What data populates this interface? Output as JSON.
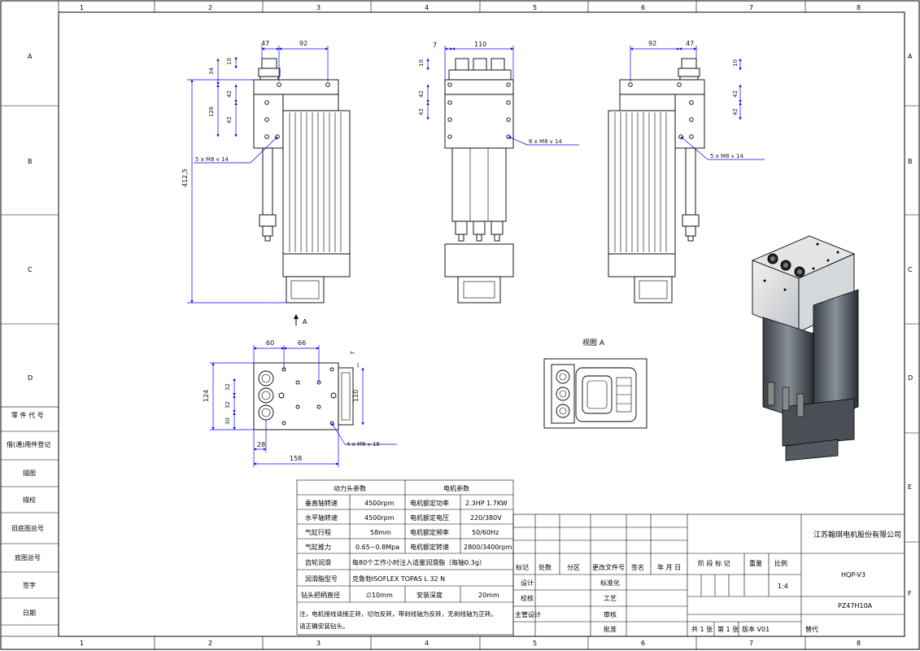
{
  "border": {
    "columns": [
      "1",
      "2",
      "3",
      "4",
      "5",
      "6",
      "7",
      "8"
    ],
    "rows": [
      "A",
      "B",
      "C",
      "D",
      "E",
      "F"
    ]
  },
  "left_strip": [
    "零 件 代 号",
    "借(通)用件登记",
    "描图",
    "描校",
    "旧底图总号",
    "底图总号",
    "签字",
    "日期"
  ],
  "dims": {
    "front": {
      "w47": "47",
      "w92": "92",
      "h10": "10",
      "h34": "34",
      "h42a": "42",
      "h126": "126",
      "h42b": "42",
      "h412": "412,5",
      "hole_note": "5 x  M8  ⩛  14"
    },
    "side": {
      "w7": "7",
      "w110": "110",
      "h10": "10",
      "h42a": "42",
      "h42b": "42",
      "hole_note": "6 x  M8  ⩛  14"
    },
    "right": {
      "w92": "92",
      "w47": "47",
      "h10": "10",
      "h42a": "42",
      "h42b": "42",
      "hole_note": "5 x  M8  ⩛  14"
    },
    "top": {
      "w60": "60",
      "w66": "66",
      "h7": "7",
      "h124": "124",
      "h32a": "32",
      "h32b": "32",
      "h30": "30",
      "h110": "110",
      "w28": "28",
      "w158": "158",
      "hole_note": "4 x  M6  ⩛  16"
    },
    "view_a_arrow": "A",
    "view_a_label": "视图 A"
  },
  "params": {
    "head_title": "动力头参数",
    "motor_title": "电机参数",
    "rows": [
      [
        "垂直轴转速",
        "4500rpm",
        "电机额定功率",
        "2.3HP  1.7KW"
      ],
      [
        "水平轴转速",
        "4500rpm",
        "电机额定电压",
        "220/380V"
      ],
      [
        "气缸行程",
        "58mm",
        "电机额定频率",
        "50/60Hz"
      ],
      [
        "气缸推力",
        "0.65~0.8Mpa",
        "电机额定转速",
        "2800/3400rpm"
      ]
    ],
    "lube_label": "齿轮润滑",
    "lube_value": "每80个工作小时注入适量润滑脂（每轴0.3g）",
    "grease_label": "润滑脂型号",
    "grease_value": "克鲁勃ISOFLEX TOPAS L 32 N",
    "bit_label": "钻头把柄直径",
    "bit_value": "∅10mm",
    "depth_label": "安装深度",
    "depth_value": "20mm",
    "note_line1": "注，电机接线请接正转，切勿反转，带刹线轴为反转，无刹线轴为正转。",
    "note_line2": "请正确安装钻头。"
  },
  "title_block": {
    "company": "江苏翰琪电机股份有限公司",
    "model": "HQP-V3",
    "drawing_no": "PZ47H10A",
    "rev_headers": [
      "标记",
      "处数",
      "分区",
      "更改文件号",
      "签名",
      "年 月 日"
    ],
    "stage_label": "阶 段 标 记",
    "weight_label": "重量",
    "scale_label": "比例",
    "scale_value": "1:4",
    "roles_left": [
      "设计",
      "校核",
      "主管设计"
    ],
    "roles_right": [
      "标准化",
      "工艺",
      "审核",
      "批准"
    ],
    "sheet_total": "共 1 张",
    "sheet_no": "第 1 张",
    "version": "版本  V01",
    "replace": "替代"
  }
}
